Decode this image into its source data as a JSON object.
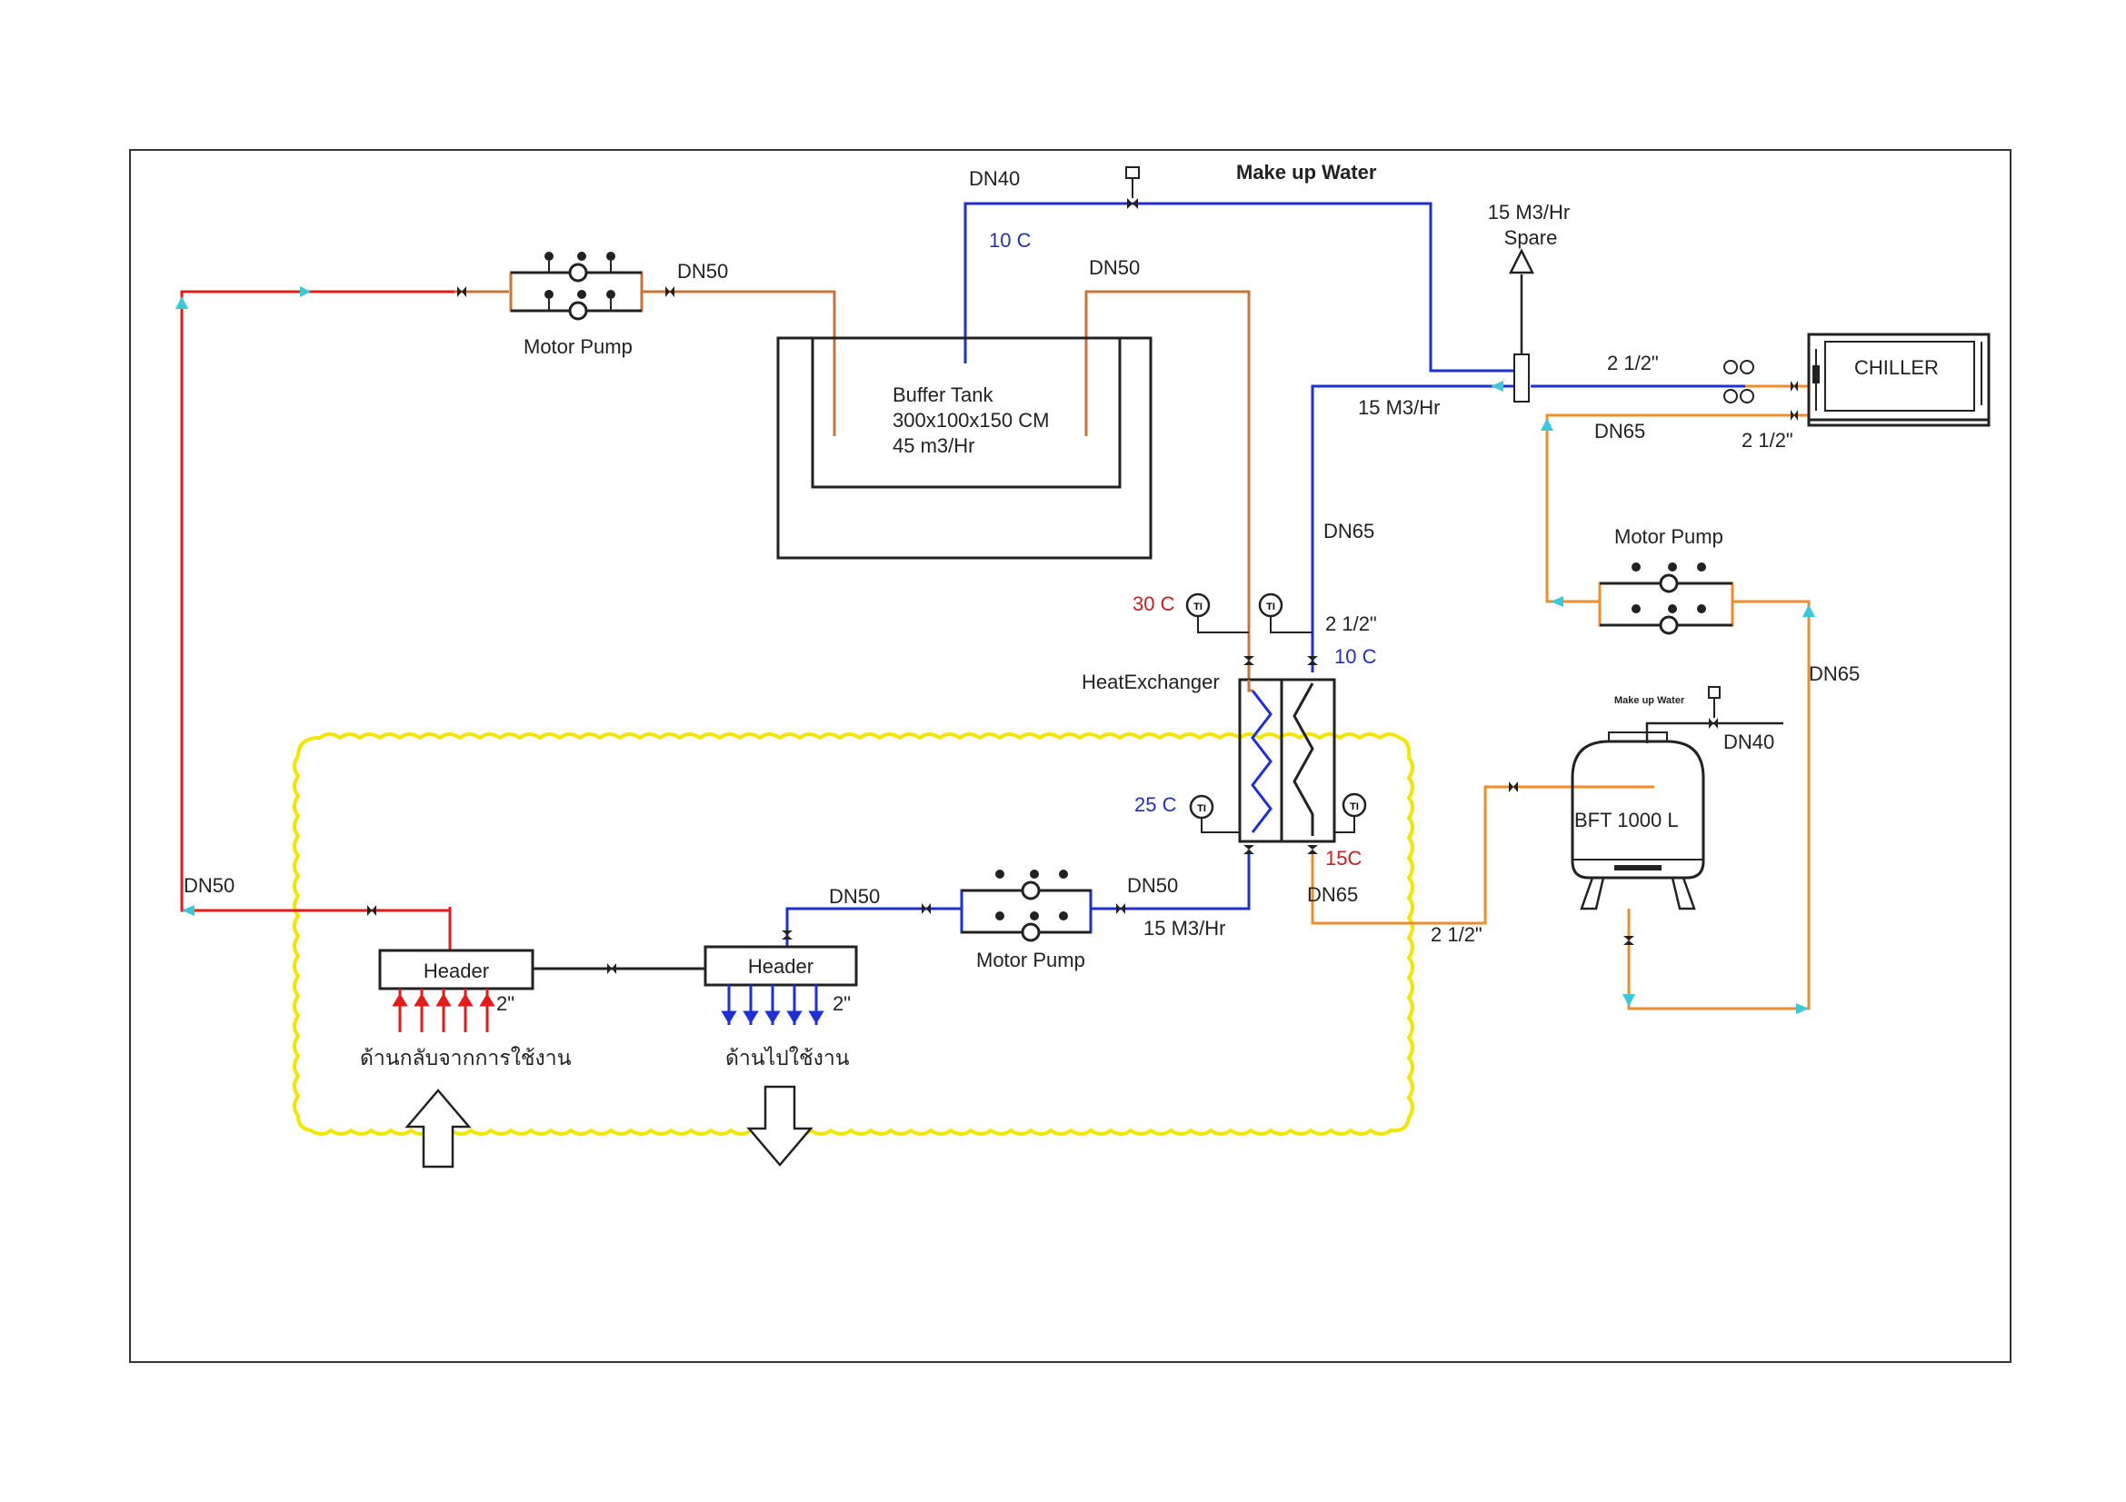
{
  "colors": {
    "hot_return": "#e21b1b",
    "chilled": "#1f2fd6",
    "warm": "#c8733a",
    "condenser": "#f08c2a",
    "boundary": "#f2e600",
    "flow_arrow": "#3cc8d8",
    "temp_red": "#c81e1e",
    "temp_blue": "#2430b8",
    "line": "#222222"
  },
  "labels": {
    "make_up_water": "Make up Water",
    "make_up_water_small": "Make up Water",
    "dn40_top": "DN40",
    "dn40_right": "DN40",
    "temp_10c_top": "10 C",
    "dn50_pump_top": "DN50",
    "dn50_tank": "DN50",
    "spare_flow": "15 M3/Hr",
    "spare": "Spare",
    "chiller": "CHILLER",
    "size_chiller_top": "2 1/2\"",
    "size_chiller_bottom": "2 1/2\"",
    "dn65_chiller": "DN65",
    "flow_15_top": "15 M3/Hr",
    "dn65_vertical": "DN65",
    "motor_pump_top": "Motor Pump",
    "motor_pump_right": "Motor Pump",
    "motor_pump_bottom": "Motor Pump",
    "buffer_tank_name": "Buffer Tank",
    "buffer_tank_size": "300x100x150 CM",
    "buffer_tank_flow": "45 m3/Hr",
    "temp_30c": "30 C",
    "size_hx_top": "2 1/2\"",
    "temp_10c_hx": "10 C",
    "heat_exchanger": "HeatExchanger",
    "temp_25c": "25 C",
    "temp_15c": "15C",
    "dn65_hx_bottom": "DN65",
    "size_bft_line": "2 1/2\"",
    "dn65_right": "DN65",
    "bft": "BFT 1000 L",
    "dn50_left": "DN50",
    "dn50_header": "DN50",
    "dn50_hx": "DN50",
    "flow_15_bottom": "15 M3/Hr",
    "header_return": "Header",
    "header_supply": "Header",
    "size_return_branch": "2\"",
    "size_supply_branch": "2\"",
    "thai_return": "ด้านกลับจากการใช้งาน",
    "thai_supply": "ด้านไปใช้งาน"
  }
}
